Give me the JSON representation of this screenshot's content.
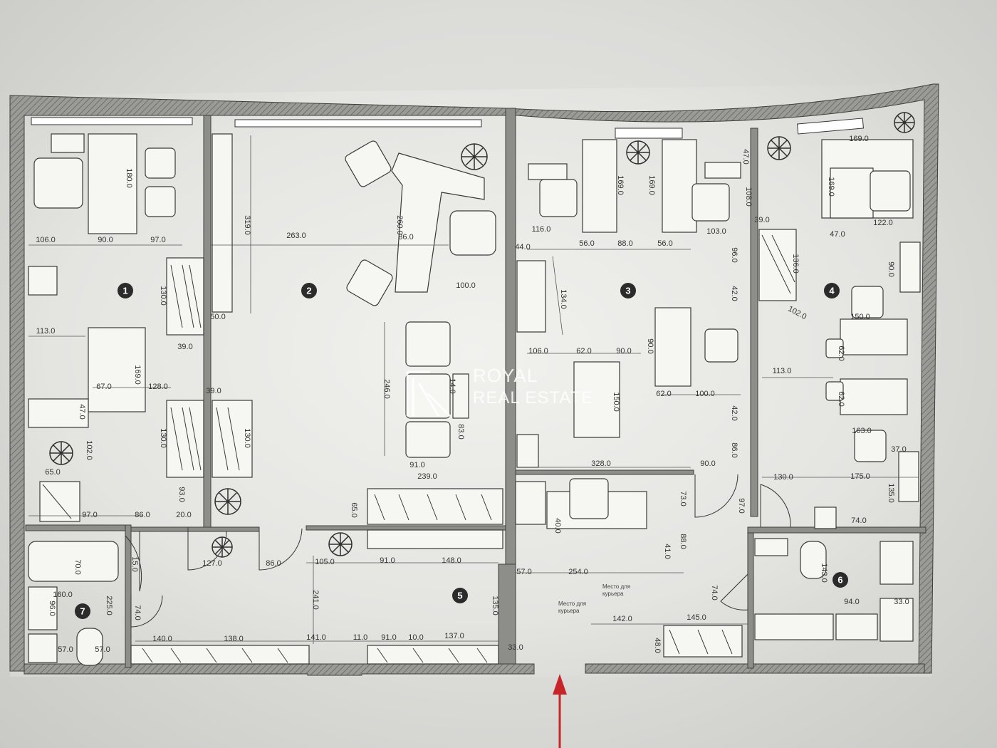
{
  "watermark": {
    "line1": "ROYAL",
    "line2": "REAL ESTATE"
  },
  "rooms": [
    {
      "label": "1"
    },
    {
      "label": "2"
    },
    {
      "label": "3"
    },
    {
      "label": "4"
    },
    {
      "label": "5"
    },
    {
      "label": "6"
    },
    {
      "label": "7"
    }
  ],
  "small_labels": [
    "Место для",
    "курьера",
    "Место для",
    "курьера"
  ],
  "dimensions": [
    "106.0",
    "90.0",
    "97.0",
    "180.0",
    "130.0",
    "113.0",
    "67.0",
    "169.0",
    "128.0",
    "39.0",
    "47.0",
    "102.0",
    "65.0",
    "97.0",
    "86.0",
    "20.0",
    "93.0",
    "50.0",
    "39.0",
    "130.0",
    "130.0",
    "319.0",
    "263.0",
    "260.0",
    "86.0",
    "100.0",
    "246.0",
    "14.0",
    "83.0",
    "91.0",
    "239.0",
    "65.0",
    "105.0",
    "91.0",
    "148.0",
    "127.0",
    "86.0",
    "241.0",
    "135.0",
    "140.0",
    "138.0",
    "141.0",
    "11.0",
    "91.0",
    "10.0",
    "137.0",
    "33.0",
    "160.0",
    "225.0",
    "74.0",
    "57.0",
    "57.0",
    "70.0",
    "96.0",
    "15.0",
    "116.0",
    "56.0",
    "88.0",
    "56.0",
    "103.0",
    "169.0",
    "169.0",
    "108.0",
    "47.0",
    "44.0",
    "134.0",
    "106.0",
    "62.0",
    "90.0",
    "90.0",
    "62.0",
    "100.0",
    "150.0",
    "328.0",
    "90.0",
    "96.0",
    "42.0",
    "42.0",
    "86.0",
    "73.0",
    "40.0",
    "57.0",
    "254.0",
    "88.0",
    "41.0",
    "142.0",
    "145.0",
    "74.0",
    "48.0",
    "39.0",
    "136.0",
    "102.0",
    "113.0",
    "169.0",
    "47.0",
    "122.0",
    "169.0",
    "90.0",
    "150.0",
    "62.0",
    "62.0",
    "163.0",
    "37.0",
    "130.0",
    "175.0",
    "135.0",
    "74.0",
    "97.0",
    "143.0",
    "94.0",
    "33.0"
  ],
  "colors": {
    "wall": "#7b7c78",
    "wall_dark": "#3e3f3c",
    "arrow": "#c8252a",
    "marker": "#2b2b2b"
  },
  "icons": [
    "compass-arrow-icon",
    "plant-icon",
    "chair-icon",
    "desk-icon",
    "sink-icon",
    "stove-icon",
    "toilet-icon",
    "bathtub-icon",
    "wardrobe-icon"
  ]
}
